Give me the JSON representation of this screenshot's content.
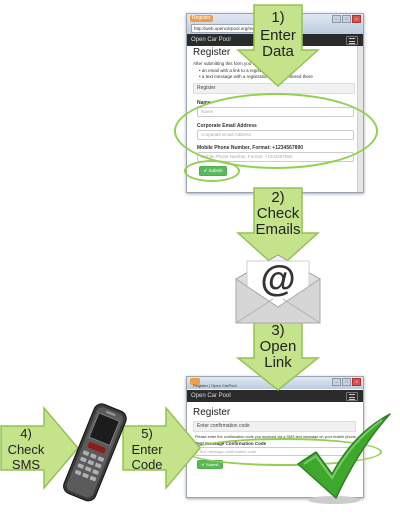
{
  "steps": {
    "enter_data": {
      "num": "1)",
      "label": "Enter Data"
    },
    "check_emails": {
      "num": "2)",
      "label": "Check Emails"
    },
    "open_link": {
      "num": "3)",
      "label": "Open Link"
    },
    "check_sms": {
      "num": "4)",
      "label": "Check SMS"
    },
    "enter_code": {
      "num": "5)",
      "label": "Enter Code"
    }
  },
  "envelope": {
    "symbol": "@"
  },
  "screen1": {
    "browser_tab": "Register",
    "url": "http://web.opencarpool.org/register",
    "navbar_brand": "Open Car Pool",
    "page_title": "Register",
    "intro": "After submitting this form you will",
    "bullets": [
      "an email with a link to a register",
      "a text message with a registration code ... entered there"
    ],
    "panel_heading": "Register",
    "name_label": "Name",
    "name_placeholder": "Name",
    "email_label": "Corporate Email Address",
    "email_placeholder": "Corporate Email Address",
    "phone_label": "Mobile Phone Number, Format: +1234567890",
    "phone_placeholder": "Mobile Phone Number, Format: +1234567890",
    "submit_label": "Submit"
  },
  "screen2": {
    "browser_tab": "Register | Open CarPool",
    "navbar_brand": "Open Car Pool",
    "page_title": "Register",
    "panel_heading": "Enter confirmation code",
    "instructions": "Please enter the confirmation code you received via a SMS text message on your mobile phone.",
    "code_label": "Text message Confirmation Code",
    "code_placeholder": "Text message confirmation code",
    "submit_label": "Submit"
  },
  "colors": {
    "arrow_fill": "#c4e38a",
    "arrow_stroke": "#92c353",
    "highlight": "#92d050",
    "navbar": "#2b2b2b",
    "button": "#5cb85c",
    "checkmark": "#3ea82c"
  }
}
